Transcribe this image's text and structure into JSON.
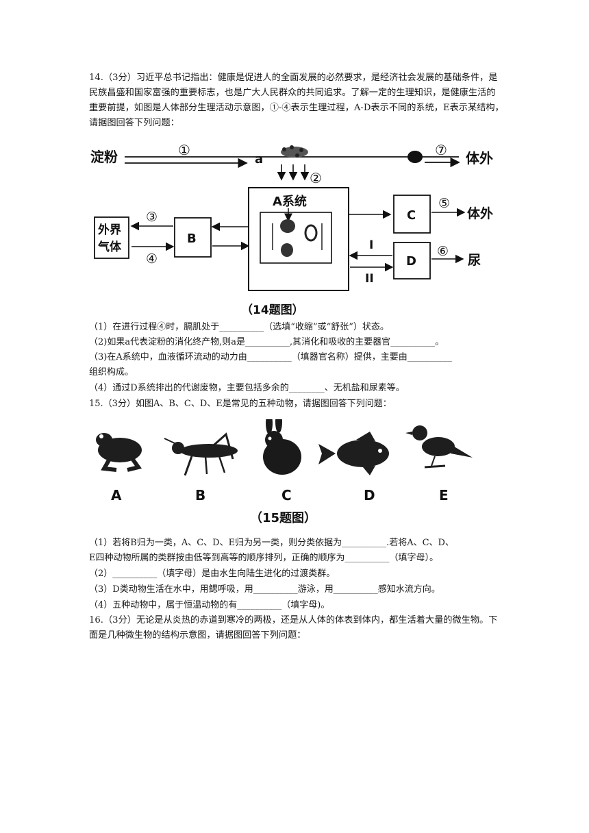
{
  "q14": {
    "intro": "14.（3分）习近平总书记指出：健康是促进人的全面发展的必然要求，是经济社会发展的基础条件，是民族昌盛和国家富强的重要标志，也是广大人民群众的共同追求。了解一定的生理知识，是健康生活的重要前提，如图是人体部分生理活动示意图，①-④表示生理过程，A-D表示不同的系统，E表示某结构，请据图回答下列问题：",
    "figure": {
      "starch": "淀粉",
      "p1": "①",
      "a": "a",
      "p2": "②",
      "p7": "⑦",
      "outside1": "体外",
      "system_a": "A系统",
      "b": "B",
      "c": "C",
      "d": "D",
      "p3": "③",
      "p4": "④",
      "p5": "⑤",
      "p6": "⑥",
      "outside2": "体外",
      "urine": "尿",
      "gas1": "外界",
      "gas2": "气体",
      "i": "I",
      "ii": "II",
      "caption": "（14题图）"
    },
    "sub1": "（1）在进行过程④时，膈肌处于__________（选填“收缩”或“舒张”）状态。",
    "sub2": "（2)如果a代表淀粉的消化终产物,则a是__________,其消化和吸收的主要器官__________。",
    "sub3a": "（3)在A系统中，血液循环流动的动力由__________（填器官名称）提供，主要由__________",
    "sub3b": "组织构成。",
    "sub4": "（4）通过D系统排出的代谢废物，主要包括多余的________、无机盐和尿素等。"
  },
  "q15": {
    "intro": "15.（3分）如图A、B、C、D、E是常见的五种动物，请据图回答下列问题：",
    "labels": [
      "A",
      "B",
      "C",
      "D",
      "E"
    ],
    "caption": "（15题图）",
    "sub1a": "（1）若将B归为一类，A、C、D、E归为另一类，则分类依据为__________.若将A、C、D、",
    "sub1b": "E四种动物所属的类群按由低等到高等的顺序排列，正确的顺序为__________（填字母）。",
    "sub2": "（2）__________（填字母）是由水生向陆生进化的过渡类群。",
    "sub3": "（3）D类动物生活在水中，用鳃呼吸，用__________游泳，用__________感知水流方向。",
    "sub4": "（4）五种动物中，属于恒温动物的有__________（填字母)。"
  },
  "q16": {
    "intro": "16.（3分）无论是从炎热的赤道到寒冷的两极，还是从人体的体表到体内，都生活着大量的微生物。下面是几种微生物的结构示意图，请据图回答下列问题："
  }
}
